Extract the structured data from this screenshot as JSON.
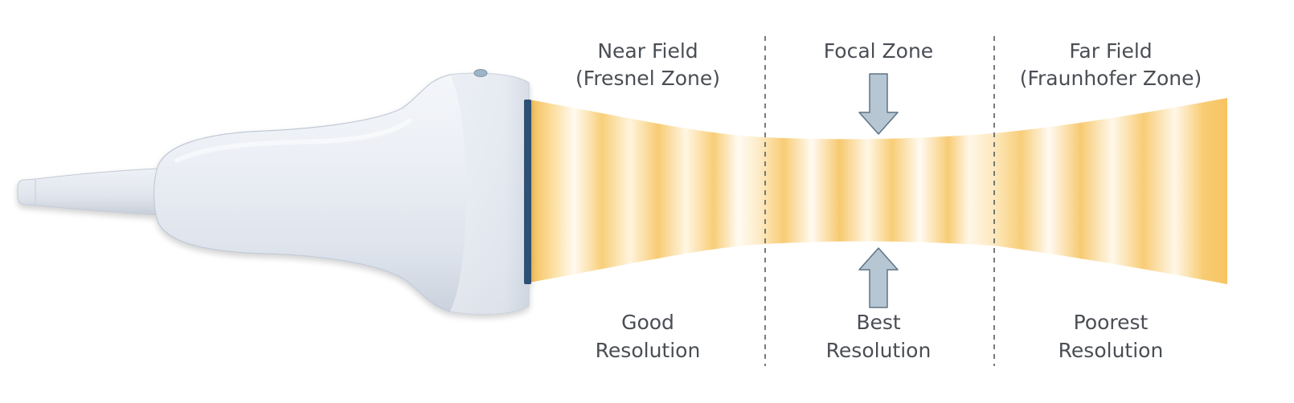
{
  "zones": [
    {
      "id": "near-field",
      "title_line1": "Near Field",
      "title_line2": "(Fresnel Zone)",
      "resolution_line1": "Good",
      "resolution_line2": "Resolution"
    },
    {
      "id": "focal-zone",
      "title_line1": "Focal Zone",
      "title_line2": "",
      "resolution_line1": "Best",
      "resolution_line2": "Resolution"
    },
    {
      "id": "far-field",
      "title_line1": "Far Field",
      "title_line2": "(Fraunhofer Zone)",
      "resolution_line1": "Poorest",
      "resolution_line2": "Resolution"
    }
  ],
  "colors": {
    "beam": "#f6c76b",
    "transducer_face": "#2f5076",
    "probe_body": "#e4e9f1",
    "arrow_fill": "#b6c6d3",
    "arrow_stroke": "#5f7384",
    "divider": "#555b62",
    "text": "#4a4e54"
  },
  "icons": {
    "probe": "ultrasound-probe-icon",
    "focus_arrows": "arrow-down-icon / arrow-up-icon"
  }
}
